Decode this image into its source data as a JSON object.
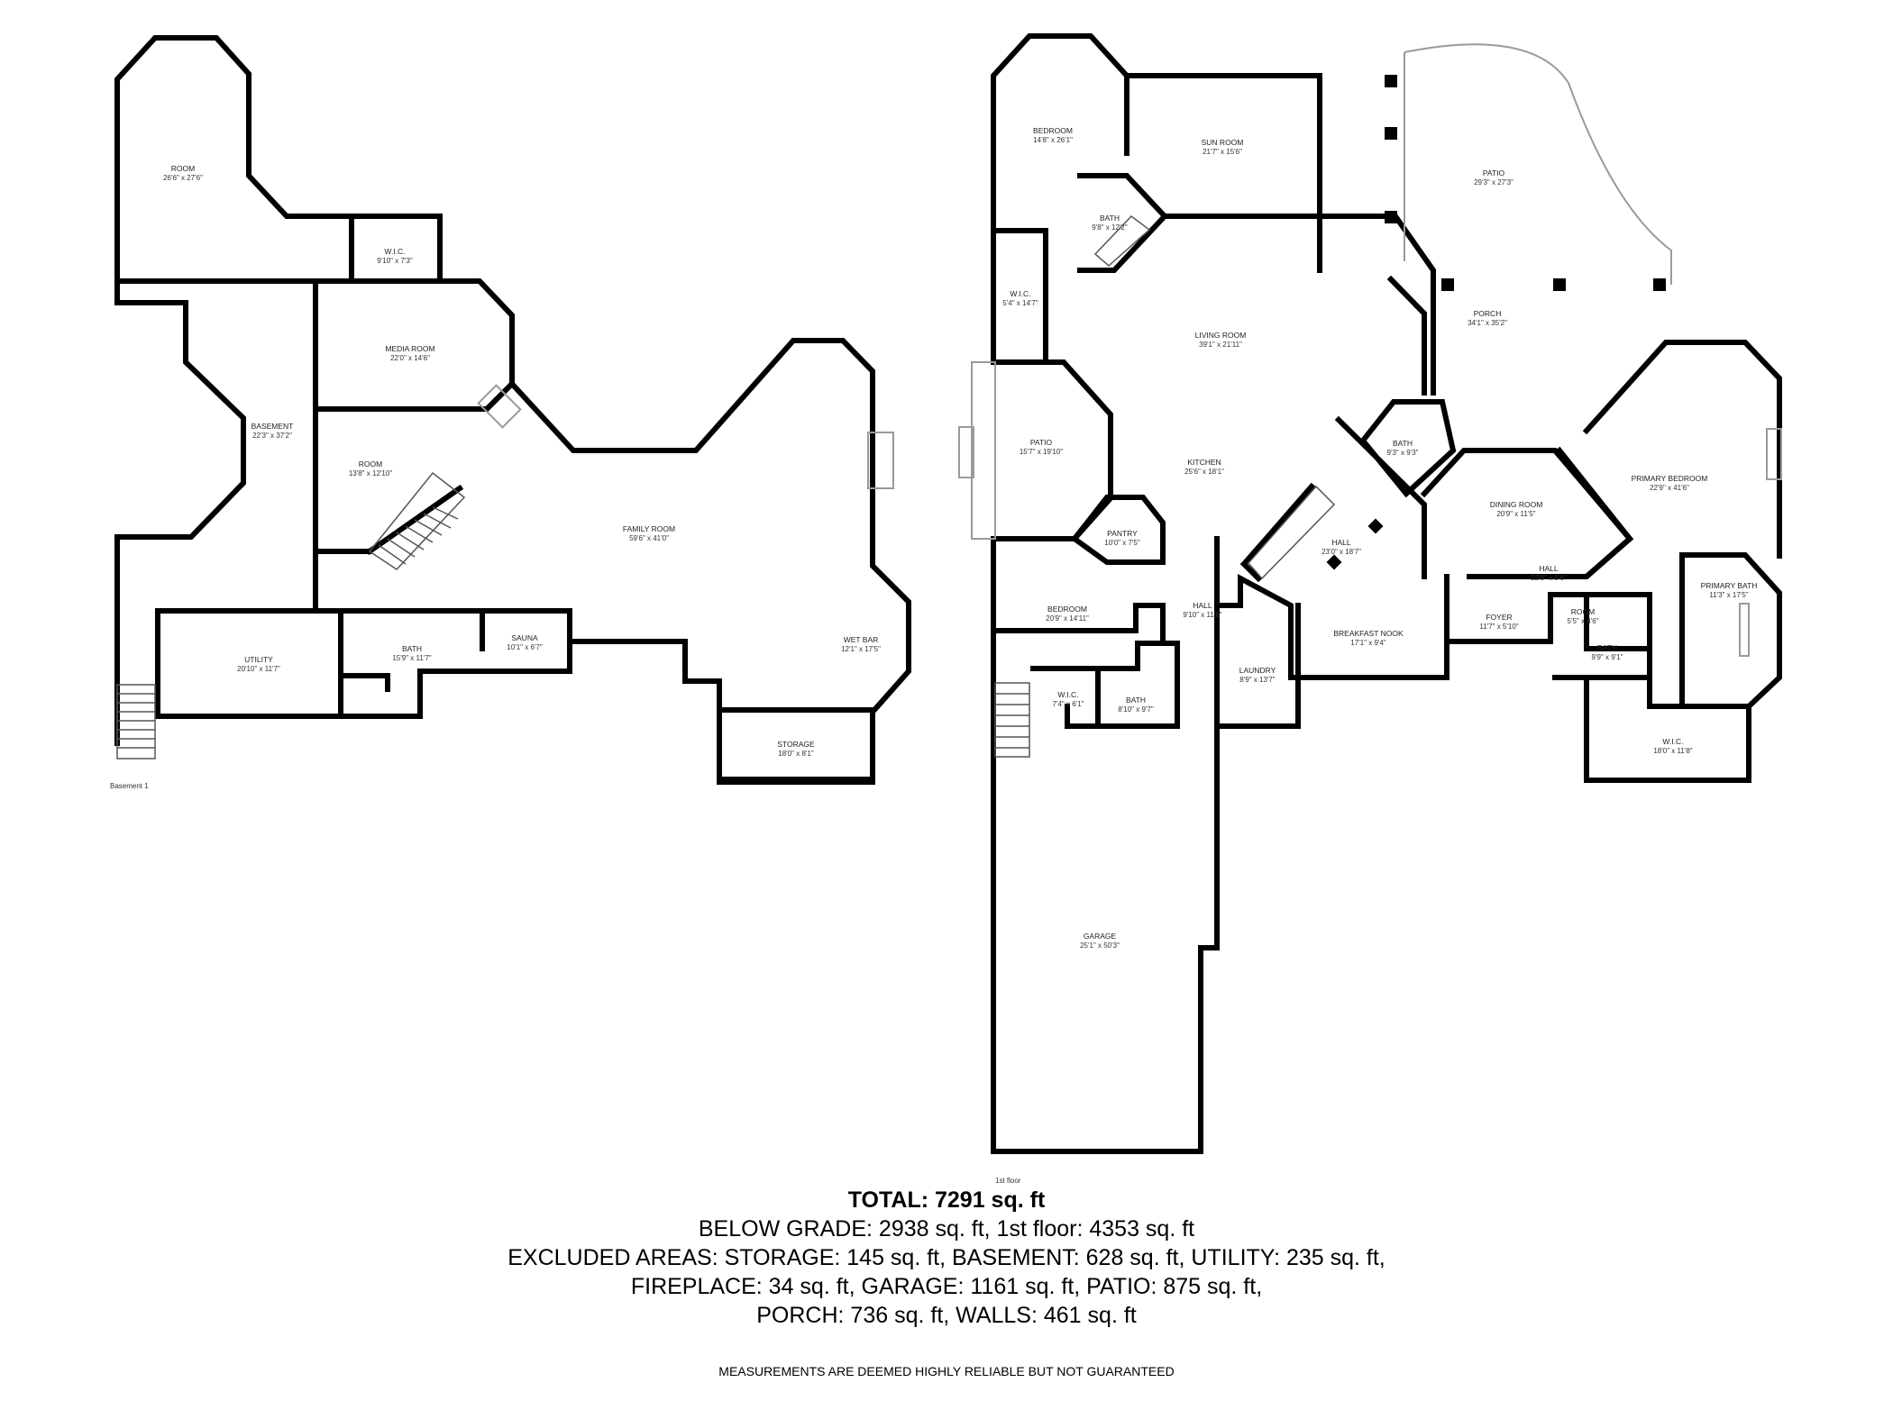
{
  "floors": [
    {
      "name": "Basement 1",
      "rooms": [
        {
          "id": "b-room",
          "name": "ROOM",
          "dims": "26'6\" x 27'6\""
        },
        {
          "id": "b-wic",
          "name": "W.I.C.",
          "dims": "9'10\" x 7'3\""
        },
        {
          "id": "b-media",
          "name": "MEDIA ROOM",
          "dims": "22'0\" x 14'6\""
        },
        {
          "id": "b-basement",
          "name": "BASEMENT",
          "dims": "22'3\" x 37'2\""
        },
        {
          "id": "b-room2",
          "name": "ROOM",
          "dims": "13'8\" x 12'10\""
        },
        {
          "id": "b-family",
          "name": "FAMILY ROOM",
          "dims": "59'6\" x 41'0\""
        },
        {
          "id": "b-wetbar",
          "name": "WET BAR",
          "dims": "12'1\" x 17'5\""
        },
        {
          "id": "b-utility",
          "name": "UTILITY",
          "dims": "20'10\" x 11'7\""
        },
        {
          "id": "b-bath",
          "name": "BATH",
          "dims": "15'9\" x 11'7\""
        },
        {
          "id": "b-sauna",
          "name": "SAUNA",
          "dims": "10'1\" x 6'7\""
        },
        {
          "id": "b-storage",
          "name": "STORAGE",
          "dims": "18'0\" x 8'1\""
        }
      ]
    },
    {
      "name": "1st floor",
      "rooms": [
        {
          "id": "f-bedroom1",
          "name": "BEDROOM",
          "dims": "14'8\" x 26'1\""
        },
        {
          "id": "f-sunroom",
          "name": "SUN ROOM",
          "dims": "21'7\" x 15'6\""
        },
        {
          "id": "f-patio1",
          "name": "PATIO",
          "dims": "29'3\" x 27'3\""
        },
        {
          "id": "f-bath1",
          "name": "BATH",
          "dims": "9'8\" x 12'2\""
        },
        {
          "id": "f-wic1",
          "name": "W.I.C.",
          "dims": "5'4\" x 14'7\""
        },
        {
          "id": "f-living",
          "name": "LIVING ROOM",
          "dims": "39'1\" x 21'11\""
        },
        {
          "id": "f-porch",
          "name": "PORCH",
          "dims": "34'1\" x 35'2\""
        },
        {
          "id": "f-patio2",
          "name": "PATIO",
          "dims": "15'7\" x 19'10\""
        },
        {
          "id": "f-kitchen",
          "name": "KITCHEN",
          "dims": "25'6\" x 18'1\""
        },
        {
          "id": "f-bath2",
          "name": "BATH",
          "dims": "9'3\" x 9'3\""
        },
        {
          "id": "f-primary",
          "name": "PRIMARY BEDROOM",
          "dims": "22'9\" x 41'6\""
        },
        {
          "id": "f-dining",
          "name": "DINING ROOM",
          "dims": "20'9\" x 11'5\""
        },
        {
          "id": "f-hall1",
          "name": "HALL",
          "dims": "23'0\" x 18'7\""
        },
        {
          "id": "f-pantry",
          "name": "PANTRY",
          "dims": "10'0\" x 7'5\""
        },
        {
          "id": "f-hall2",
          "name": "HALL",
          "dims": "22'9\" x 5'6\""
        },
        {
          "id": "f-primarybath",
          "name": "PRIMARY BATH",
          "dims": "11'3\" x 17'5\""
        },
        {
          "id": "f-bedroom2",
          "name": "BEDROOM",
          "dims": "20'9\" x 14'11\""
        },
        {
          "id": "f-hall3",
          "name": "HALL",
          "dims": "9'10\" x 11'6\""
        },
        {
          "id": "f-breakfast",
          "name": "BREAKFAST NOOK",
          "dims": "17'1\" x 9'4\""
        },
        {
          "id": "f-foyer",
          "name": "FOYER",
          "dims": "11'7\" x 5'10\""
        },
        {
          "id": "f-room",
          "name": "ROOM",
          "dims": "5'5\" x 4'6\""
        },
        {
          "id": "f-bath3",
          "name": "BATH",
          "dims": "9'9\" x 9'1\""
        },
        {
          "id": "f-laundry",
          "name": "LAUNDRY",
          "dims": "8'9\" x 13'7\""
        },
        {
          "id": "f-wic2",
          "name": "W.I.C.",
          "dims": "7'4\" x 6'1\""
        },
        {
          "id": "f-bath4",
          "name": "BATH",
          "dims": "8'10\" x 9'7\""
        },
        {
          "id": "f-wic3",
          "name": "W.I.C.",
          "dims": "18'0\" x 11'8\""
        },
        {
          "id": "f-garage",
          "name": "GARAGE",
          "dims": "25'1\" x 50'3\""
        }
      ]
    }
  ],
  "summary": {
    "total": "TOTAL: 7291 sq. ft",
    "line1": "BELOW GRADE: 2938 sq. ft, 1st floor: 4353 sq. ft",
    "line2": "EXCLUDED AREAS: STORAGE: 145 sq. ft, BASEMENT: 628 sq. ft, UTILITY: 235 sq. ft,",
    "line3": "FIREPLACE: 34 sq. ft, GARAGE: 1161 sq. ft, PATIO: 875 sq. ft,",
    "line4": "PORCH: 736 sq. ft, WALLS: 461 sq. ft",
    "disclaimer": "MEASUREMENTS ARE DEEMED HIGHLY RELIABLE BUT NOT GUARANTEED"
  }
}
